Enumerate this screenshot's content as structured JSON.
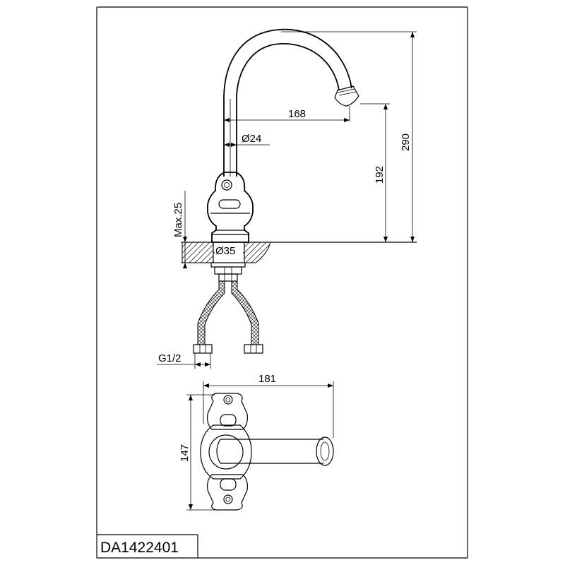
{
  "dimensions": {
    "reach": "168",
    "spout_diameter": "Ø24",
    "total_height": "290",
    "spout_height": "192",
    "max_thickness": "Max.25",
    "hole_diameter": "Ø35",
    "connection": "G1/2",
    "width": "181",
    "depth": "147"
  },
  "product_code": "DA1422401"
}
